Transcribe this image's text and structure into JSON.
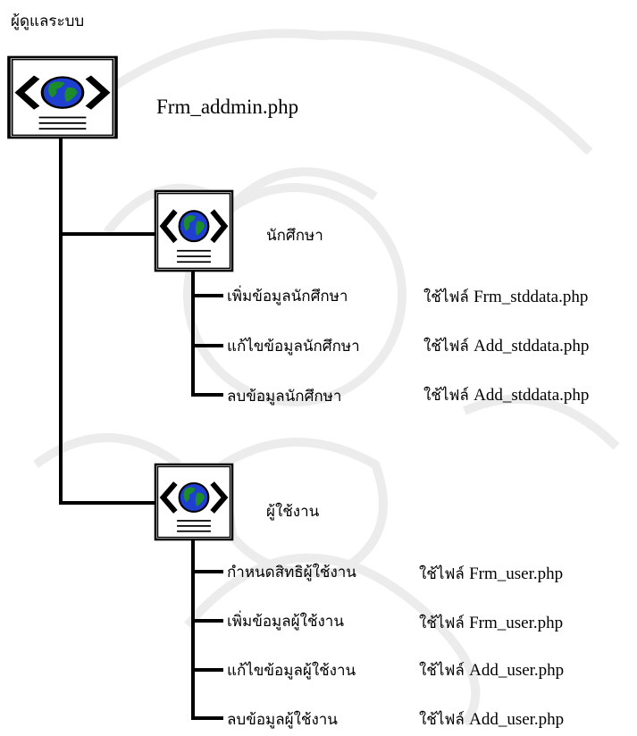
{
  "header": {
    "title": "ผู้ดูแลระบบ"
  },
  "root": {
    "file": "Frm_addmin.php",
    "icon": "web-page-globe-icon"
  },
  "groups": [
    {
      "title": "นักศึกษา",
      "items": [
        {
          "label": "เพิ่มข้อมูลนักศึกษา",
          "file_prefix": "ใช้ไฟล์",
          "file": "Frm_stddata.php"
        },
        {
          "label": "แก้ไขข้อมูลนักศึกษา",
          "file_prefix": "ใช้ไฟล์",
          "file": "Add_stddata.php"
        },
        {
          "label": "ลบข้อมูลนักศึกษา",
          "file_prefix": "ใช้ไฟล์",
          "file": "Add_stddata.php"
        }
      ]
    },
    {
      "title": "ผู้ใช้งาน",
      "items": [
        {
          "label": "กำหนดสิทธิผู้ใช้งาน",
          "file_prefix": "ใช้ไฟล์",
          "file": "Frm_user.php"
        },
        {
          "label": "เพิ่มข้อมูลผู้ใช้งาน",
          "file_prefix": "ใช้ไฟล์",
          "file": "Frm_user.php"
        },
        {
          "label": "แก้ไขข้อมูลผู้ใช้งาน",
          "file_prefix": "ใช้ไฟล์",
          "file": "Add_user.php"
        },
        {
          "label": "ลบข้อมูลผู้ใช้งาน",
          "file_prefix": "ใช้ไฟล์",
          "file": "Add_user.php"
        }
      ]
    }
  ],
  "colors": {
    "globe_ocean": "#1e3fd0",
    "globe_land": "#1c8c2a",
    "line": "#000000",
    "watermark": "#ececec"
  }
}
